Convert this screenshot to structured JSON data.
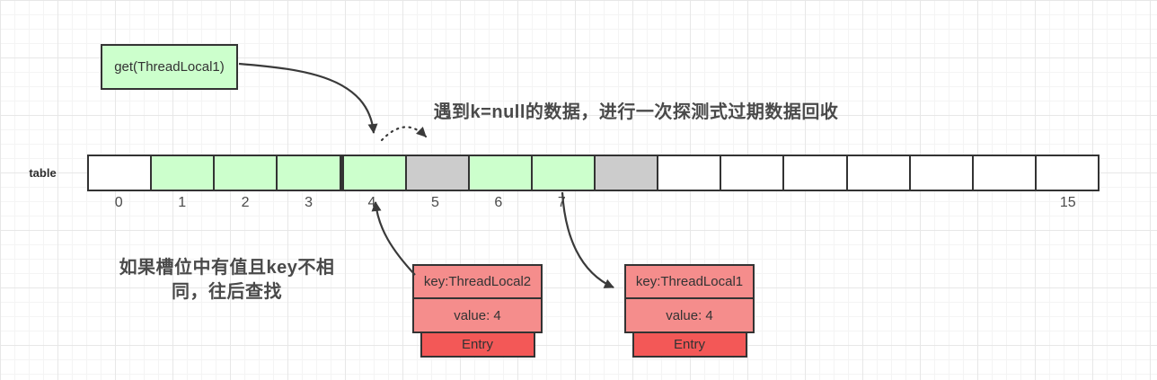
{
  "diagram": {
    "get_box": {
      "label": "get(ThreadLocal1)"
    },
    "table_label": "table",
    "annotations": {
      "top": "遇到k=null的数据，进行一次探测式过期数据回收",
      "bottom": "如果槽位中有值且key不相同，往后查找",
      "bottom_lines": [
        "如果槽位中有值且key不相",
        "同，往后查找"
      ]
    },
    "colors": {
      "empty": "#ffffff",
      "filled": "#ccffcc",
      "stale": "#cccccc",
      "entry_light": "#f58d8c",
      "entry_dark": "#f35857",
      "stroke": "#333333",
      "arrow": "#3a3a3a",
      "annotation_text": "#4a4a4a"
    },
    "table": {
      "cells": [
        {
          "label": "0",
          "state": "empty"
        },
        {
          "label": "1",
          "state": "filled"
        },
        {
          "label": "2",
          "state": "filled"
        },
        {
          "label": "3",
          "state": "filled"
        },
        {
          "label": "4",
          "state": "filled"
        },
        {
          "label": "5",
          "state": "stale"
        },
        {
          "label": "6",
          "state": "filled"
        },
        {
          "label": "7",
          "state": "filled"
        },
        {
          "label": "",
          "state": "stale"
        },
        {
          "label": "",
          "state": "empty"
        },
        {
          "label": "",
          "state": "empty"
        },
        {
          "label": "",
          "state": "empty"
        },
        {
          "label": "",
          "state": "empty"
        },
        {
          "label": "",
          "state": "empty"
        },
        {
          "label": "",
          "state": "empty"
        },
        {
          "label": "15",
          "state": "empty"
        }
      ]
    },
    "entries": [
      {
        "key": "key:ThreadLocal2",
        "value": "value: 4",
        "tag": "Entry"
      },
      {
        "key": "key:ThreadLocal1",
        "value": "value: 4",
        "tag": "Entry"
      }
    ]
  }
}
